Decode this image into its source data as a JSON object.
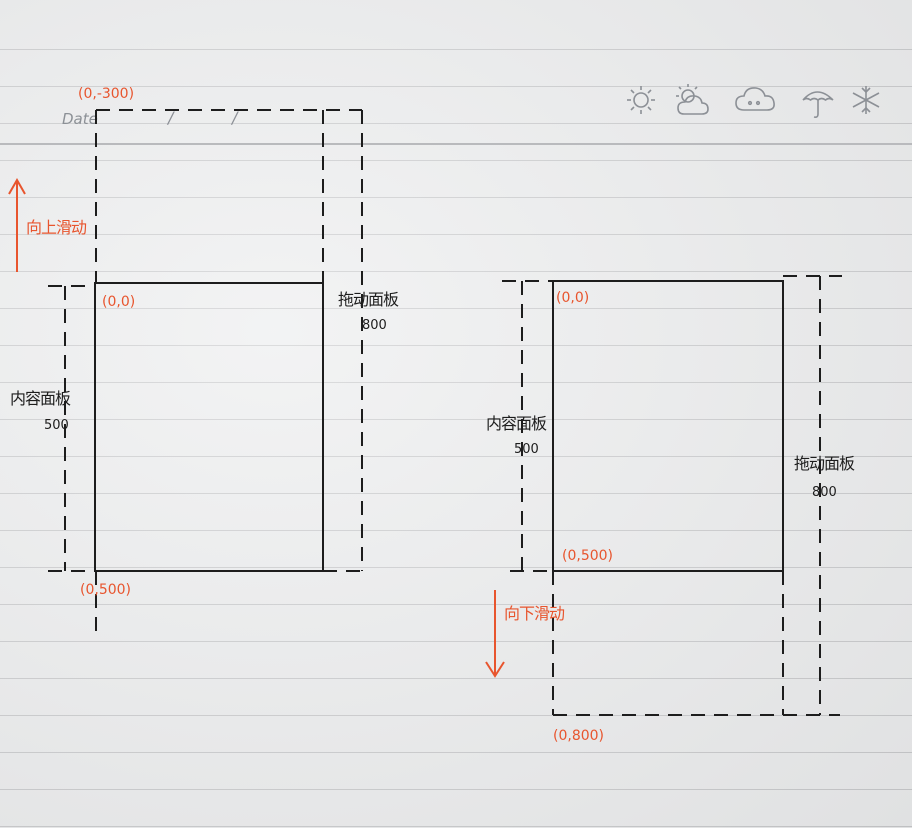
{
  "header": {
    "date_label": "Date",
    "date_slash_1": "/",
    "date_slash_2": "/",
    "weather_icons": [
      "sun-icon",
      "sun-cloud-icon",
      "cloud-icon",
      "umbrella-icon",
      "snowflake-icon"
    ]
  },
  "left": {
    "top_coord": "(0,-300)",
    "scroll_label": "向上滑动",
    "origin_coord": "(0,0)",
    "bottom_coord": "(0,500)",
    "drag_panel_label": "拖动面板",
    "drag_panel_value": "800",
    "content_panel_label": "内容面板",
    "content_panel_value": "500"
  },
  "right": {
    "origin_coord": "(0,0)",
    "mid_coord": "(0,500)",
    "bottom_coord": "(0,800)",
    "scroll_label": "向下滑动",
    "drag_panel_label": "拖动面板",
    "drag_panel_value": "800",
    "content_panel_label": "内容面板",
    "content_panel_value": "500"
  },
  "colors": {
    "annotation": "#e8552e",
    "ink": "#1d1d1d",
    "print": "#8c9096"
  }
}
